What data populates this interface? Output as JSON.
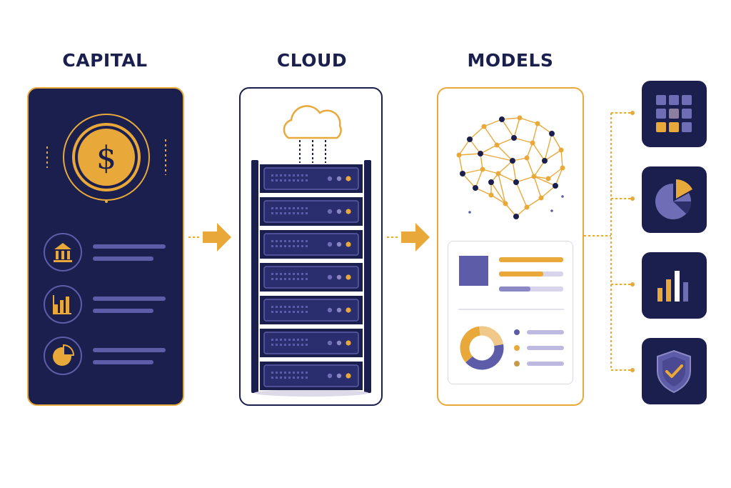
{
  "stages": [
    {
      "title": "CAPITAL"
    },
    {
      "title": "CLOUD"
    },
    {
      "title": "MODELS"
    }
  ],
  "capital": {
    "coin_symbol": "$",
    "rows": [
      {
        "icon": "bank-icon"
      },
      {
        "icon": "bar-chart-icon"
      },
      {
        "icon": "pie-chart-icon"
      }
    ]
  },
  "cloud": {
    "server_units": 7
  },
  "outputs": [
    {
      "icon": "grid-icon"
    },
    {
      "icon": "pie-chart-icon"
    },
    {
      "icon": "bar-chart-icon"
    },
    {
      "icon": "shield-check-icon"
    }
  ],
  "colors": {
    "navy": "#1b1f4e",
    "gold": "#e9a93a",
    "purple": "#5d5ca8",
    "lavender": "#b9b4dc",
    "text": "#1b1f4e"
  }
}
